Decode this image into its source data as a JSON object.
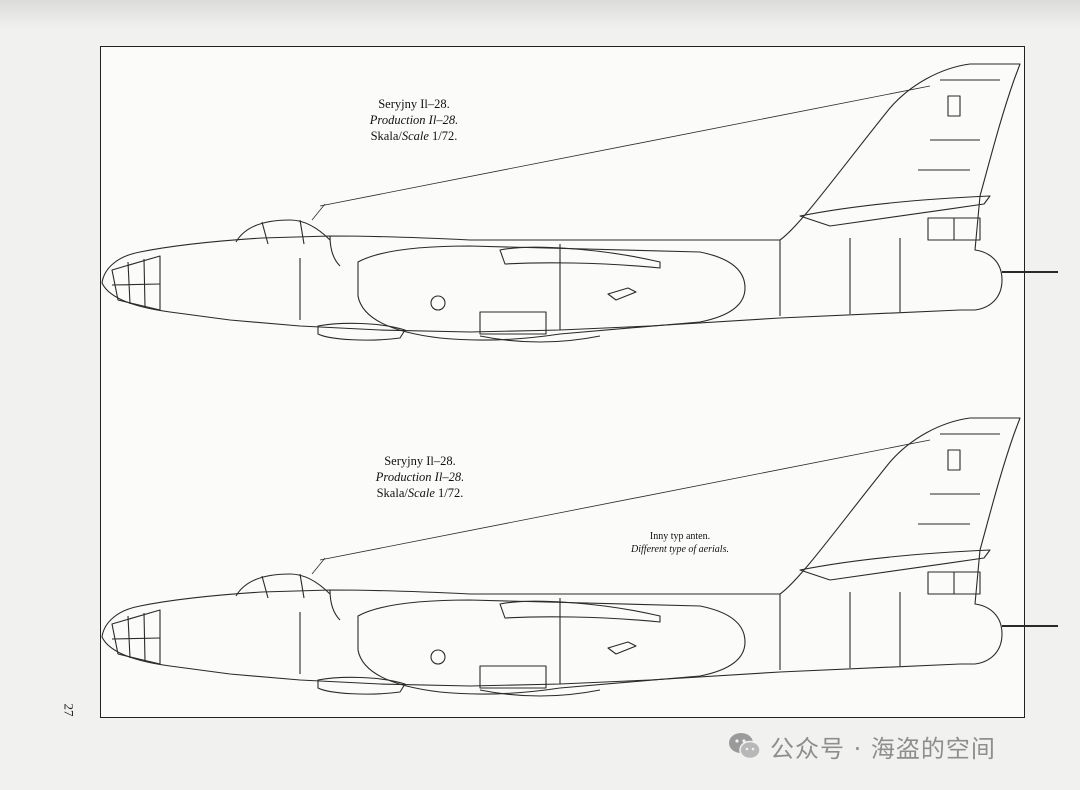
{
  "sheet": {
    "page_number": "27"
  },
  "profiles": [
    {
      "caption_pl": "Seryjny Il–28.",
      "caption_en": "Production Il–28.",
      "scale_pl": "Skala/",
      "scale_en": "Scale",
      "scale_value": " 1/72."
    },
    {
      "caption_pl": "Seryjny Il–28.",
      "caption_en": "Production Il–28.",
      "scale_pl": "Skala/",
      "scale_en": "Scale",
      "scale_value": " 1/72."
    }
  ],
  "aerial_note": {
    "pl": "Inny typ anten.",
    "en": "Different type of aerials."
  },
  "watermark": {
    "text": "公众号 · 海盗的空间",
    "icon": "wechat-icon"
  },
  "colors": {
    "line": "#2a2a2a",
    "background": "#fbfbfa",
    "watermark": "#8e8e8e"
  }
}
